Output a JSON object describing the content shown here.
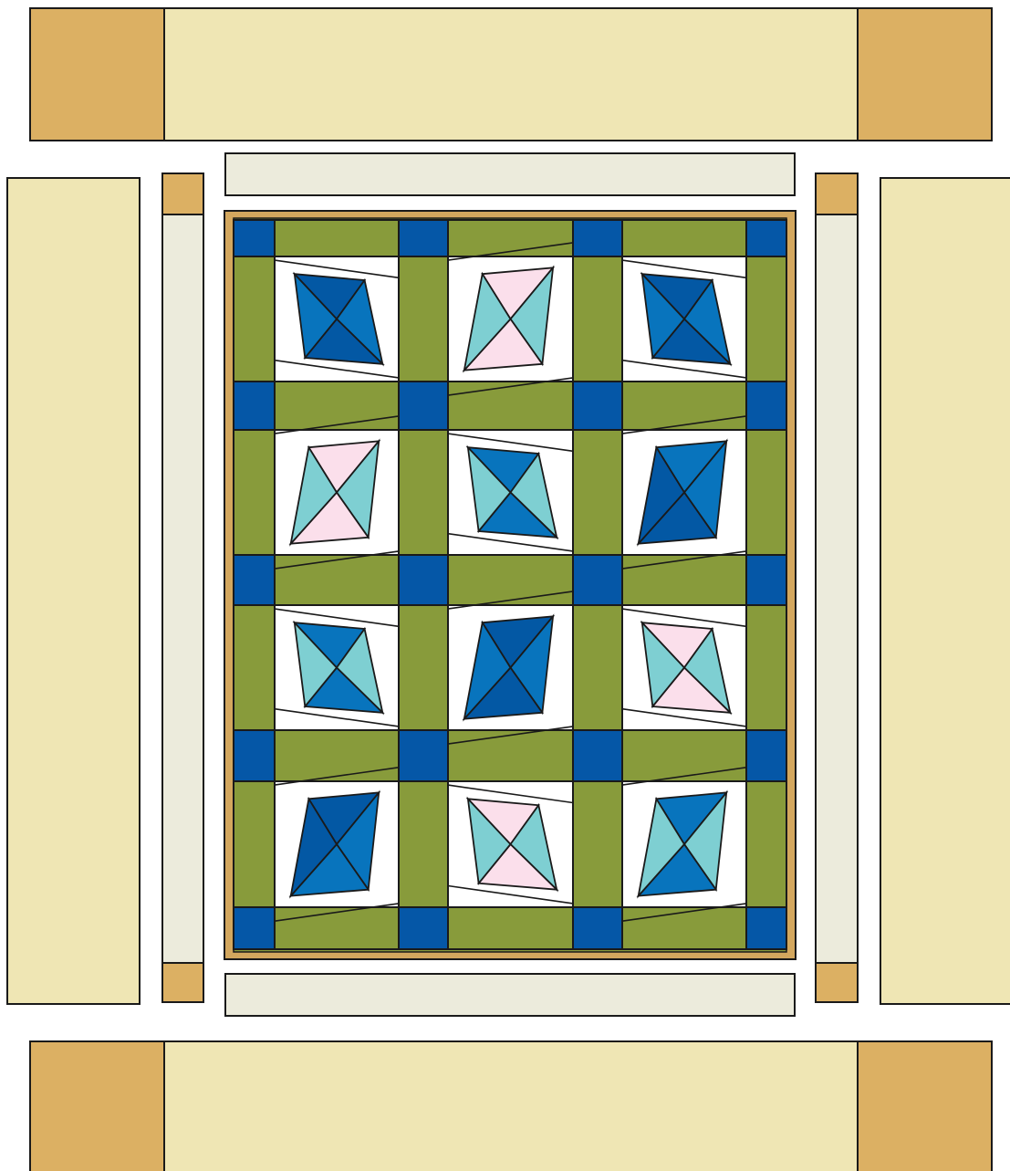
{
  "colors": {
    "background": "#ffffff",
    "outline": "#1a1a1a",
    "outer_border": "#efe6b4",
    "corner_square": "#dcb063",
    "inner_border": "#ecebdc",
    "binding": "#d3a75e",
    "sashing": "#889b3b",
    "cornerstone": "#0557a7",
    "block_background": "#ffffff",
    "dark_blue": "#0358a4",
    "medium_blue": "#0874bd",
    "aqua": "#7ecfd2",
    "pink": "#fbdfeb"
  },
  "layout": {
    "block_rows": 4,
    "block_columns": 3
  },
  "blocks": [
    {
      "tilt": "left",
      "top": "dark_blue",
      "right": "medium_blue",
      "bottom": "dark_blue",
      "left": "medium_blue"
    },
    {
      "tilt": "right",
      "top": "pink",
      "right": "aqua",
      "bottom": "pink",
      "left": "aqua"
    },
    {
      "tilt": "left",
      "top": "dark_blue",
      "right": "medium_blue",
      "bottom": "dark_blue",
      "left": "medium_blue"
    },
    {
      "tilt": "right",
      "top": "pink",
      "right": "aqua",
      "bottom": "pink",
      "left": "aqua"
    },
    {
      "tilt": "left",
      "top": "medium_blue",
      "right": "aqua",
      "bottom": "medium_blue",
      "left": "aqua"
    },
    {
      "tilt": "right",
      "top": "medium_blue",
      "right": "medium_blue",
      "bottom": "dark_blue",
      "left": "dark_blue"
    },
    {
      "tilt": "left",
      "top": "medium_blue",
      "right": "aqua",
      "bottom": "medium_blue",
      "left": "aqua"
    },
    {
      "tilt": "right",
      "top": "dark_blue",
      "right": "medium_blue",
      "bottom": "dark_blue",
      "left": "medium_blue"
    },
    {
      "tilt": "left",
      "top": "pink",
      "right": "aqua",
      "bottom": "pink",
      "left": "aqua"
    },
    {
      "tilt": "right",
      "top": "dark_blue",
      "right": "medium_blue",
      "bottom": "medium_blue",
      "left": "dark_blue"
    },
    {
      "tilt": "left",
      "top": "pink",
      "right": "aqua",
      "bottom": "pink",
      "left": "aqua"
    },
    {
      "tilt": "right",
      "top": "medium_blue",
      "right": "aqua",
      "bottom": "medium_blue",
      "left": "aqua"
    }
  ]
}
